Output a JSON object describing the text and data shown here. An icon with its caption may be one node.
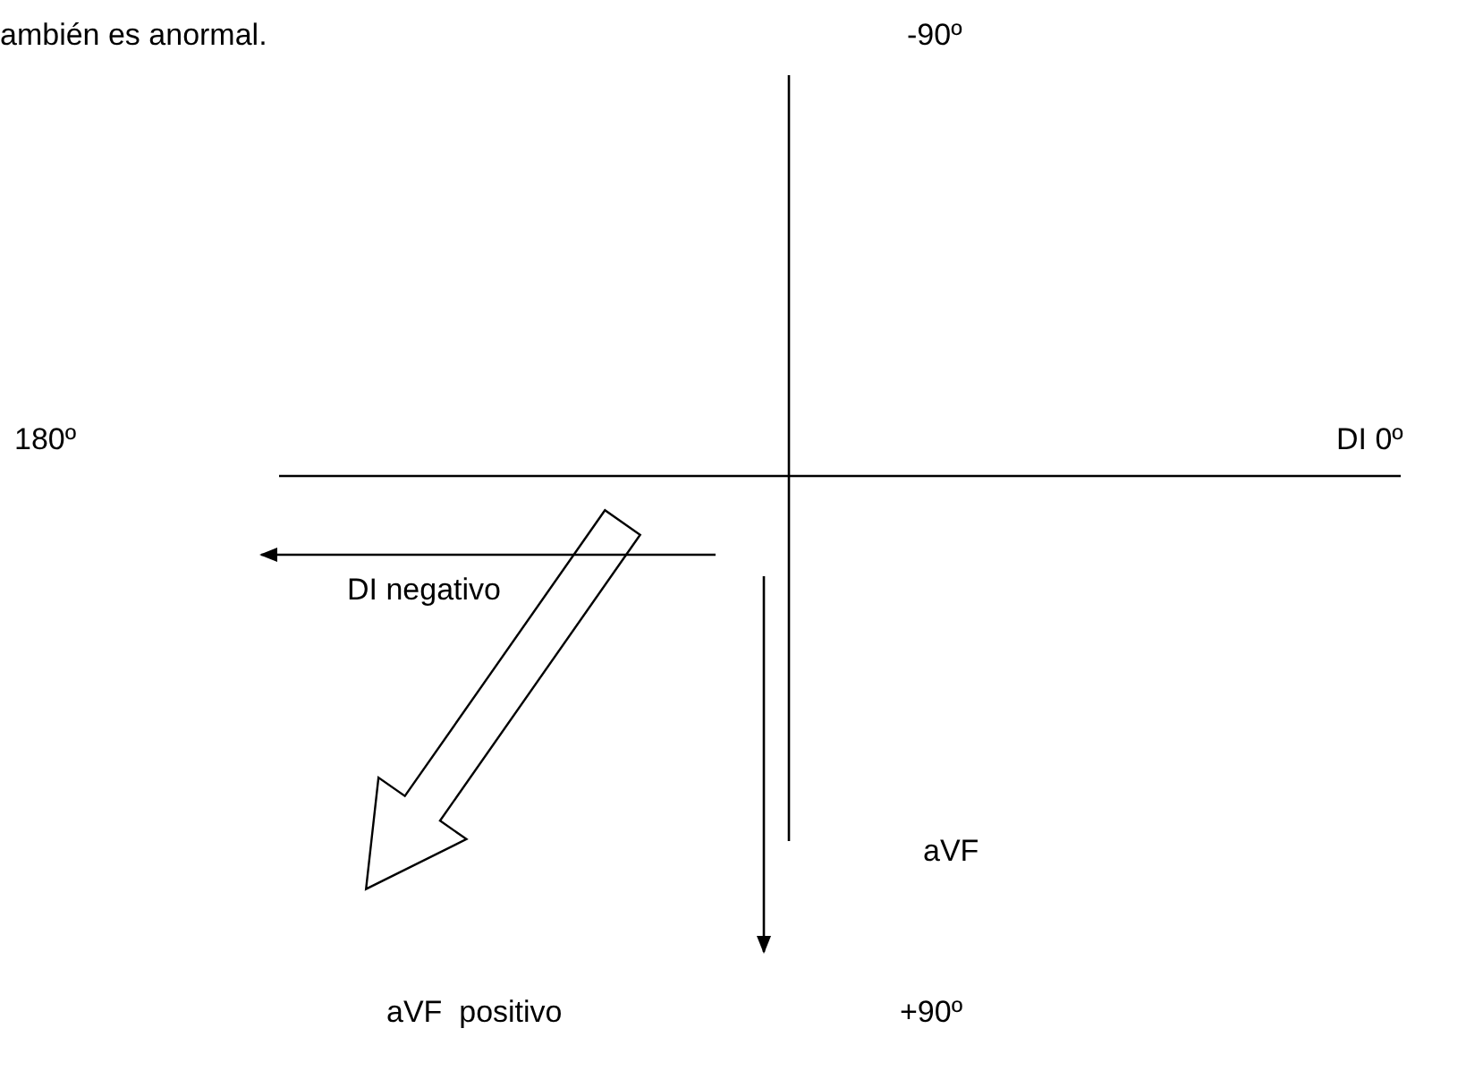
{
  "diagram": {
    "labels": [
      "ambién es anormal.",
      "-90º",
      "180º",
      "DI 0º",
      "DI negativo",
      "aVF",
      "aVF  positivo",
      "+90º"
    ]
  }
}
